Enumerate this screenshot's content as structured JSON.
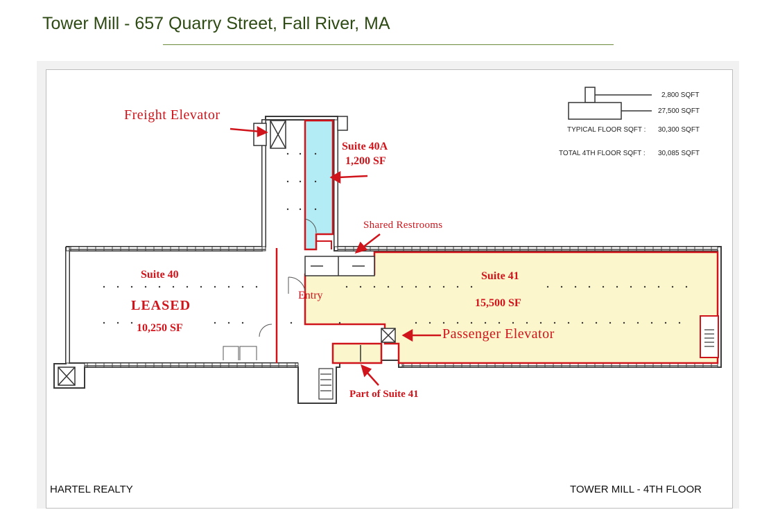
{
  "header": {
    "title": "Tower Mill - 657 Quarry Street, Fall River, MA"
  },
  "plan": {
    "colors": {
      "accent_red": "#d0141b",
      "suite_40a_fill": "#b3ecf4",
      "suite_41_fill": "#fbf6cc",
      "title_green": "#2e4a14",
      "wall": "#3a3a3a"
    },
    "legend": {
      "small_sqft": "2,800 SQFT",
      "large_sqft": "27,500 SQFT",
      "typical_label": "TYPICAL FLOOR SQFT :",
      "typical_value": "30,300 SQFT",
      "total_label": "TOTAL 4TH FLOOR SQFT :",
      "total_value": "30,085 SQFT"
    },
    "labels": {
      "freight_elevator": "Freight Elevator",
      "suite_40a": "Suite 40A",
      "suite_40a_area": "1,200 SF",
      "shared_restrooms": "Shared Restrooms",
      "suite_40": "Suite 40",
      "leased": "LEASED",
      "suite_40_area": "10,250 SF",
      "entry": "Entry",
      "suite_41": "Suite 41",
      "suite_41_area": "15,500 SF",
      "passenger_elevator": "Passenger Elevator",
      "part_of_suite_41": "Part of Suite 41"
    },
    "footer": {
      "company": "HARTEL REALTY",
      "floor": "TOWER MILL - 4TH FLOOR"
    }
  }
}
